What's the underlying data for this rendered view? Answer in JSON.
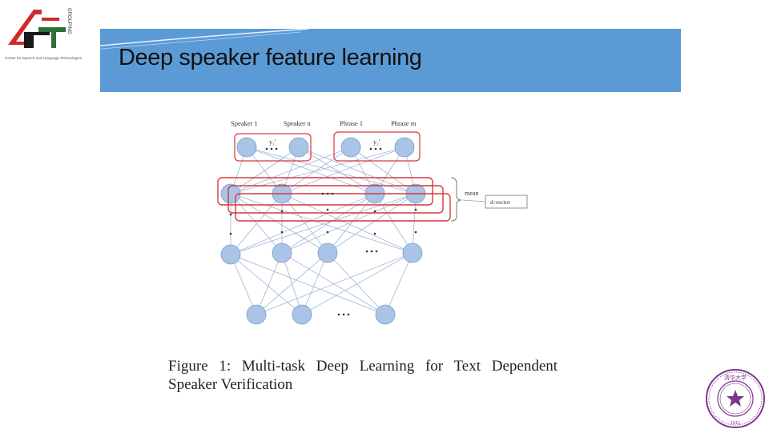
{
  "slide": {
    "title": "Deep speaker feature learning"
  },
  "logo": {
    "mark": "CSLT",
    "side_text": "GROUPING",
    "subtitle": "Center for Speech and Language Technologies",
    "icon": "cslt-logo-icon"
  },
  "figure": {
    "labels": {
      "speaker_1": "Speaker 1",
      "speaker_n": "Speaker n",
      "phrase_1": "Phrase 1",
      "phrase_m": "Phrase m",
      "y1": "y₁'",
      "y2": "y₂'",
      "mean": "mean",
      "dvector": "d-vector"
    },
    "caption_line1": "Figure 1:   Multi-task  Deep  Learning  for  Text  Dependent",
    "caption_line2": "Speaker Verification"
  },
  "seal": {
    "icon": "university-seal-icon",
    "year": "1911",
    "center_text": "清华大学"
  },
  "colors": {
    "title_bar": "#5b9bd5",
    "node_fill": "#a9c4e6",
    "red_box": "#d9363e",
    "seal_purple": "#7a3a8a"
  }
}
